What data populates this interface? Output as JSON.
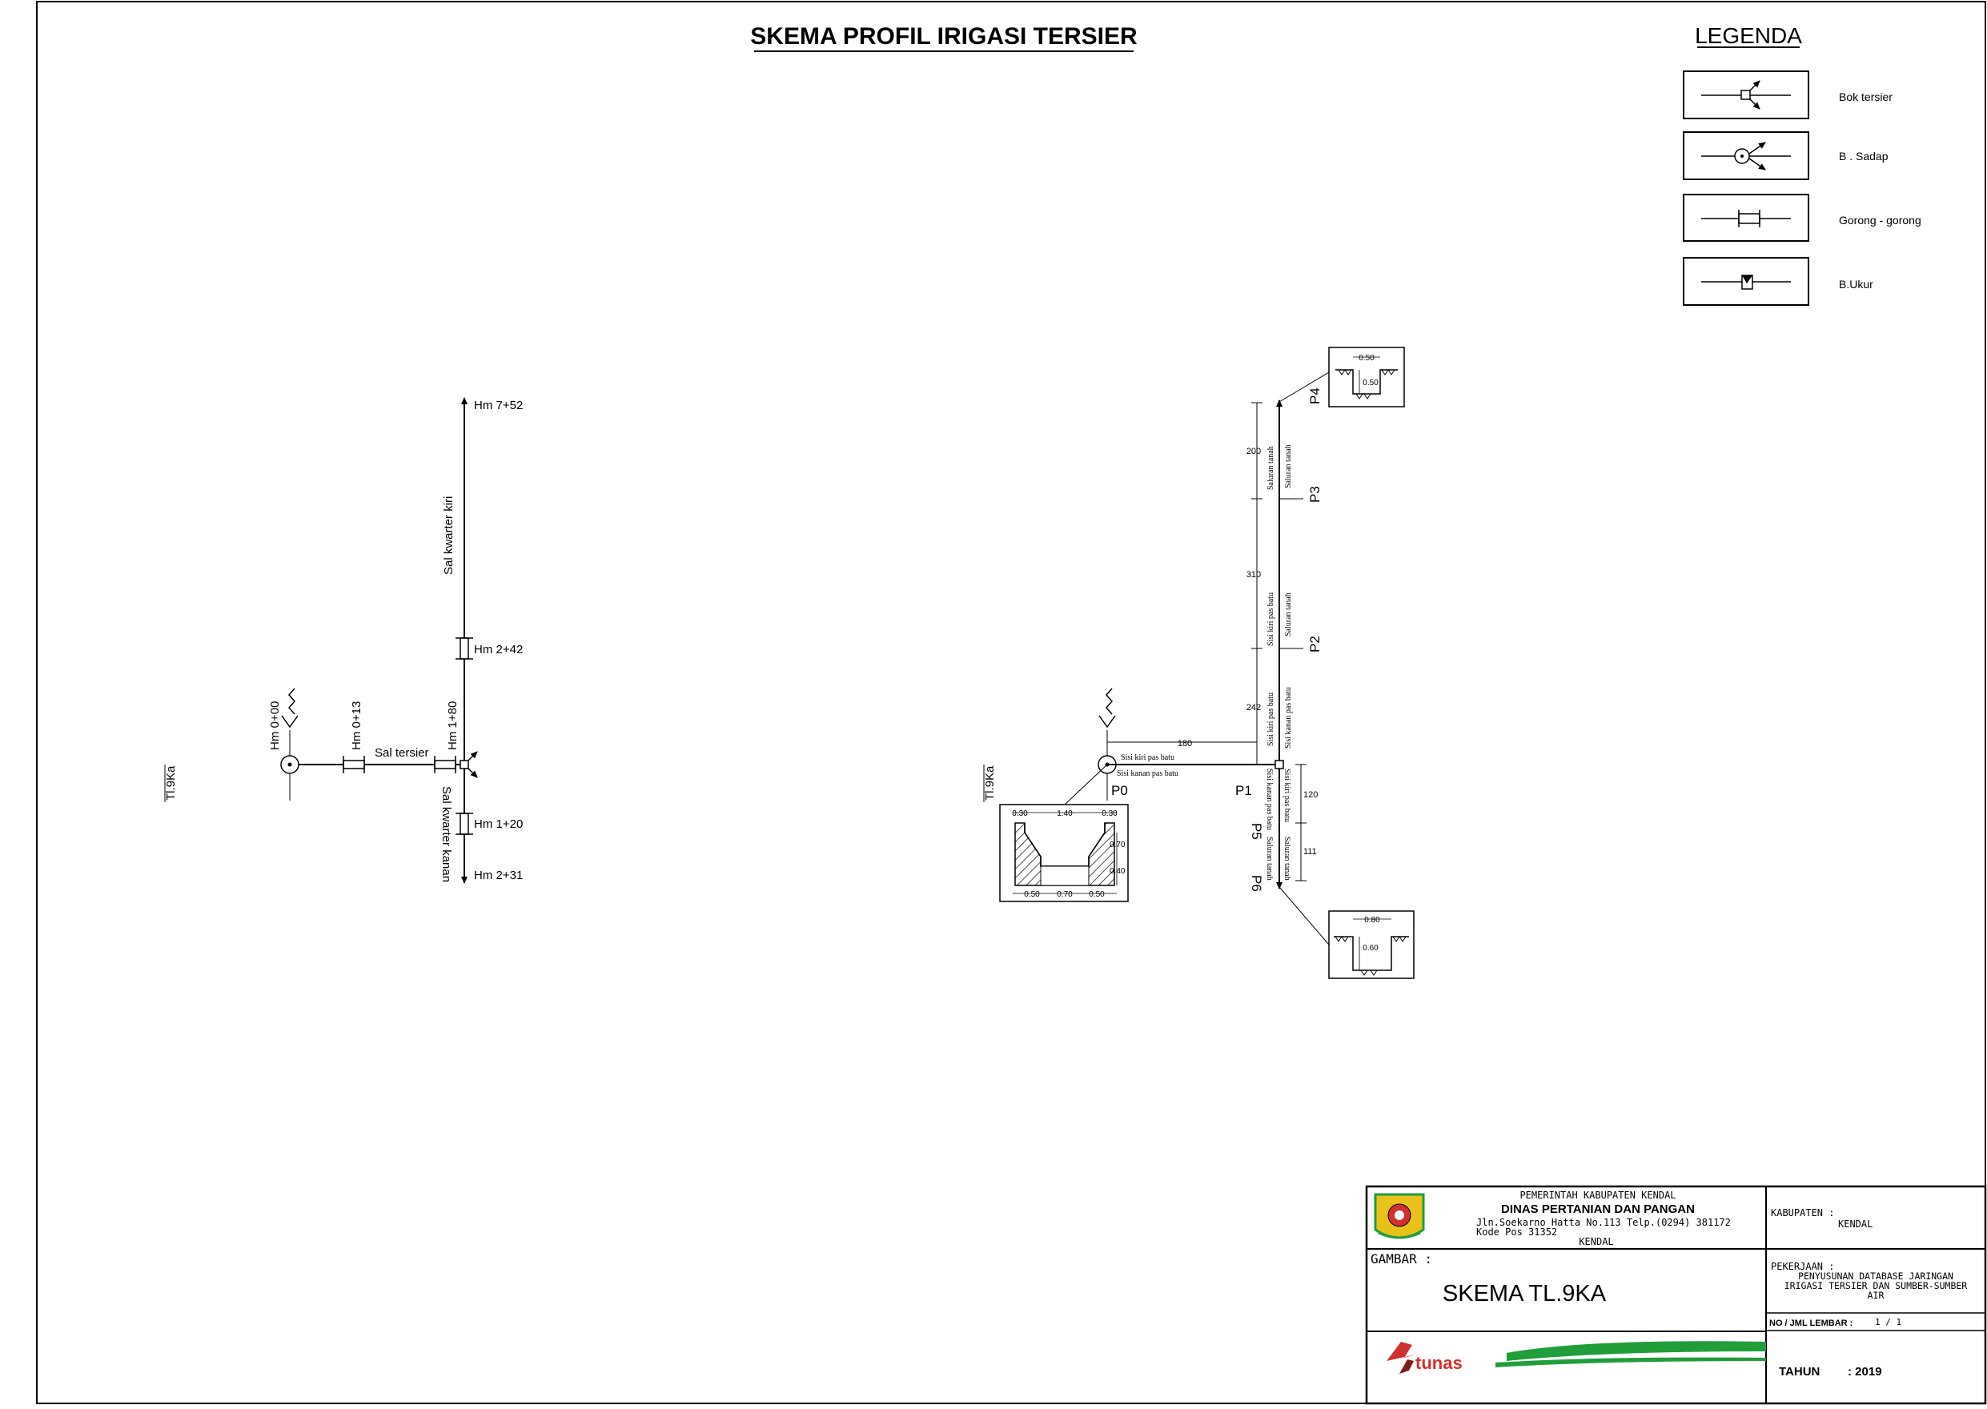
{
  "title": "SKEMA PROFIL IRIGASI TERSIER",
  "legend": {
    "heading": "LEGENDA",
    "items": [
      {
        "label": "Bok tersier",
        "icon": "bok-tersier-icon"
      },
      {
        "label": "B . Sadap",
        "icon": "bangunan-sadap-icon"
      },
      {
        "label": "Gorong - gorong",
        "icon": "gorong-gorong-icon"
      },
      {
        "label": "B.Ukur",
        "icon": "bangunan-ukur-icon"
      }
    ]
  },
  "left_scheme": {
    "code": "Tl.9Ka",
    "hm_0_00": "Hm 0+00",
    "hm_0_13": "Hm 0+13",
    "hm_1_80": "Hm 1+80",
    "hm_2_42": "Hm 2+42",
    "hm_7_52": "Hm 7+52",
    "hm_1_20": "Hm 1+20",
    "hm_2_31": "Hm 2+31",
    "sal_tersier": "Sal tersier",
    "sal_kwarter_kiri": "Sal kwarter kiri",
    "sal_kwarter_kanan": "Sal kwarter kanan"
  },
  "right_scheme": {
    "code": "Tl.9Ka",
    "points": {
      "p0": "P0",
      "p1": "P1",
      "p2": "P2",
      "p3": "P3",
      "p4": "P4",
      "p5": "P5",
      "p6": "P6"
    },
    "lengths": {
      "l180": "180",
      "l242": "242",
      "l310": "310",
      "l200": "200",
      "l120": "120",
      "l111": "111"
    },
    "notes": {
      "sisi_kiri_pas_batu": "Sisi kiri pas batu",
      "sisi_kanan_pas_batu": "Sisi kanan pas batu",
      "saluran_tanah": "Saluran tanah"
    },
    "section_main": {
      "d1": "0.30",
      "d2": "1.40",
      "d3": "0.30",
      "d4": "0.70",
      "d5": "0.40",
      "d6": "0.50",
      "d7": "0.70",
      "d8": "0.50"
    },
    "section_top": {
      "d1": "0.50",
      "d2": "0.50"
    },
    "section_bottom": {
      "d1": "0.80",
      "d2": "0.60"
    }
  },
  "title_block": {
    "org1": "PEMERINTAH KABUPATEN KENDAL",
    "org2": "DINAS PERTANIAN DAN PANGAN",
    "address1": "Jln.Soekarno Hatta No.113 Telp.(0294) 381172",
    "address2": "Kode Pos 31352",
    "city": "KENDAL",
    "kabupaten_label": "KABUPATEN :",
    "kabupaten_value": "KENDAL",
    "gambar_label": "GAMBAR :",
    "gambar_value": "SKEMA TL.9KA",
    "pekerjaan_label": "PEKERJAAN :",
    "pekerjaan_line1": "PENYUSUNAN DATABASE JARINGAN",
    "pekerjaan_line2": "IRIGASI TERSIER DAN SUMBER-SUMBER",
    "pekerjaan_line3": "AIR",
    "lembar_label": "NO / JML LEMBAR :",
    "lembar_value": "1 / 1",
    "tahun_label": "TAHUN",
    "tahun_value": ": 2019",
    "brand": "tunas"
  },
  "colors": {
    "ink": "#000000",
    "brand_red": "#d0312d",
    "brand_green": "#1f9e3a",
    "logo_gold": "#e8c21a"
  }
}
